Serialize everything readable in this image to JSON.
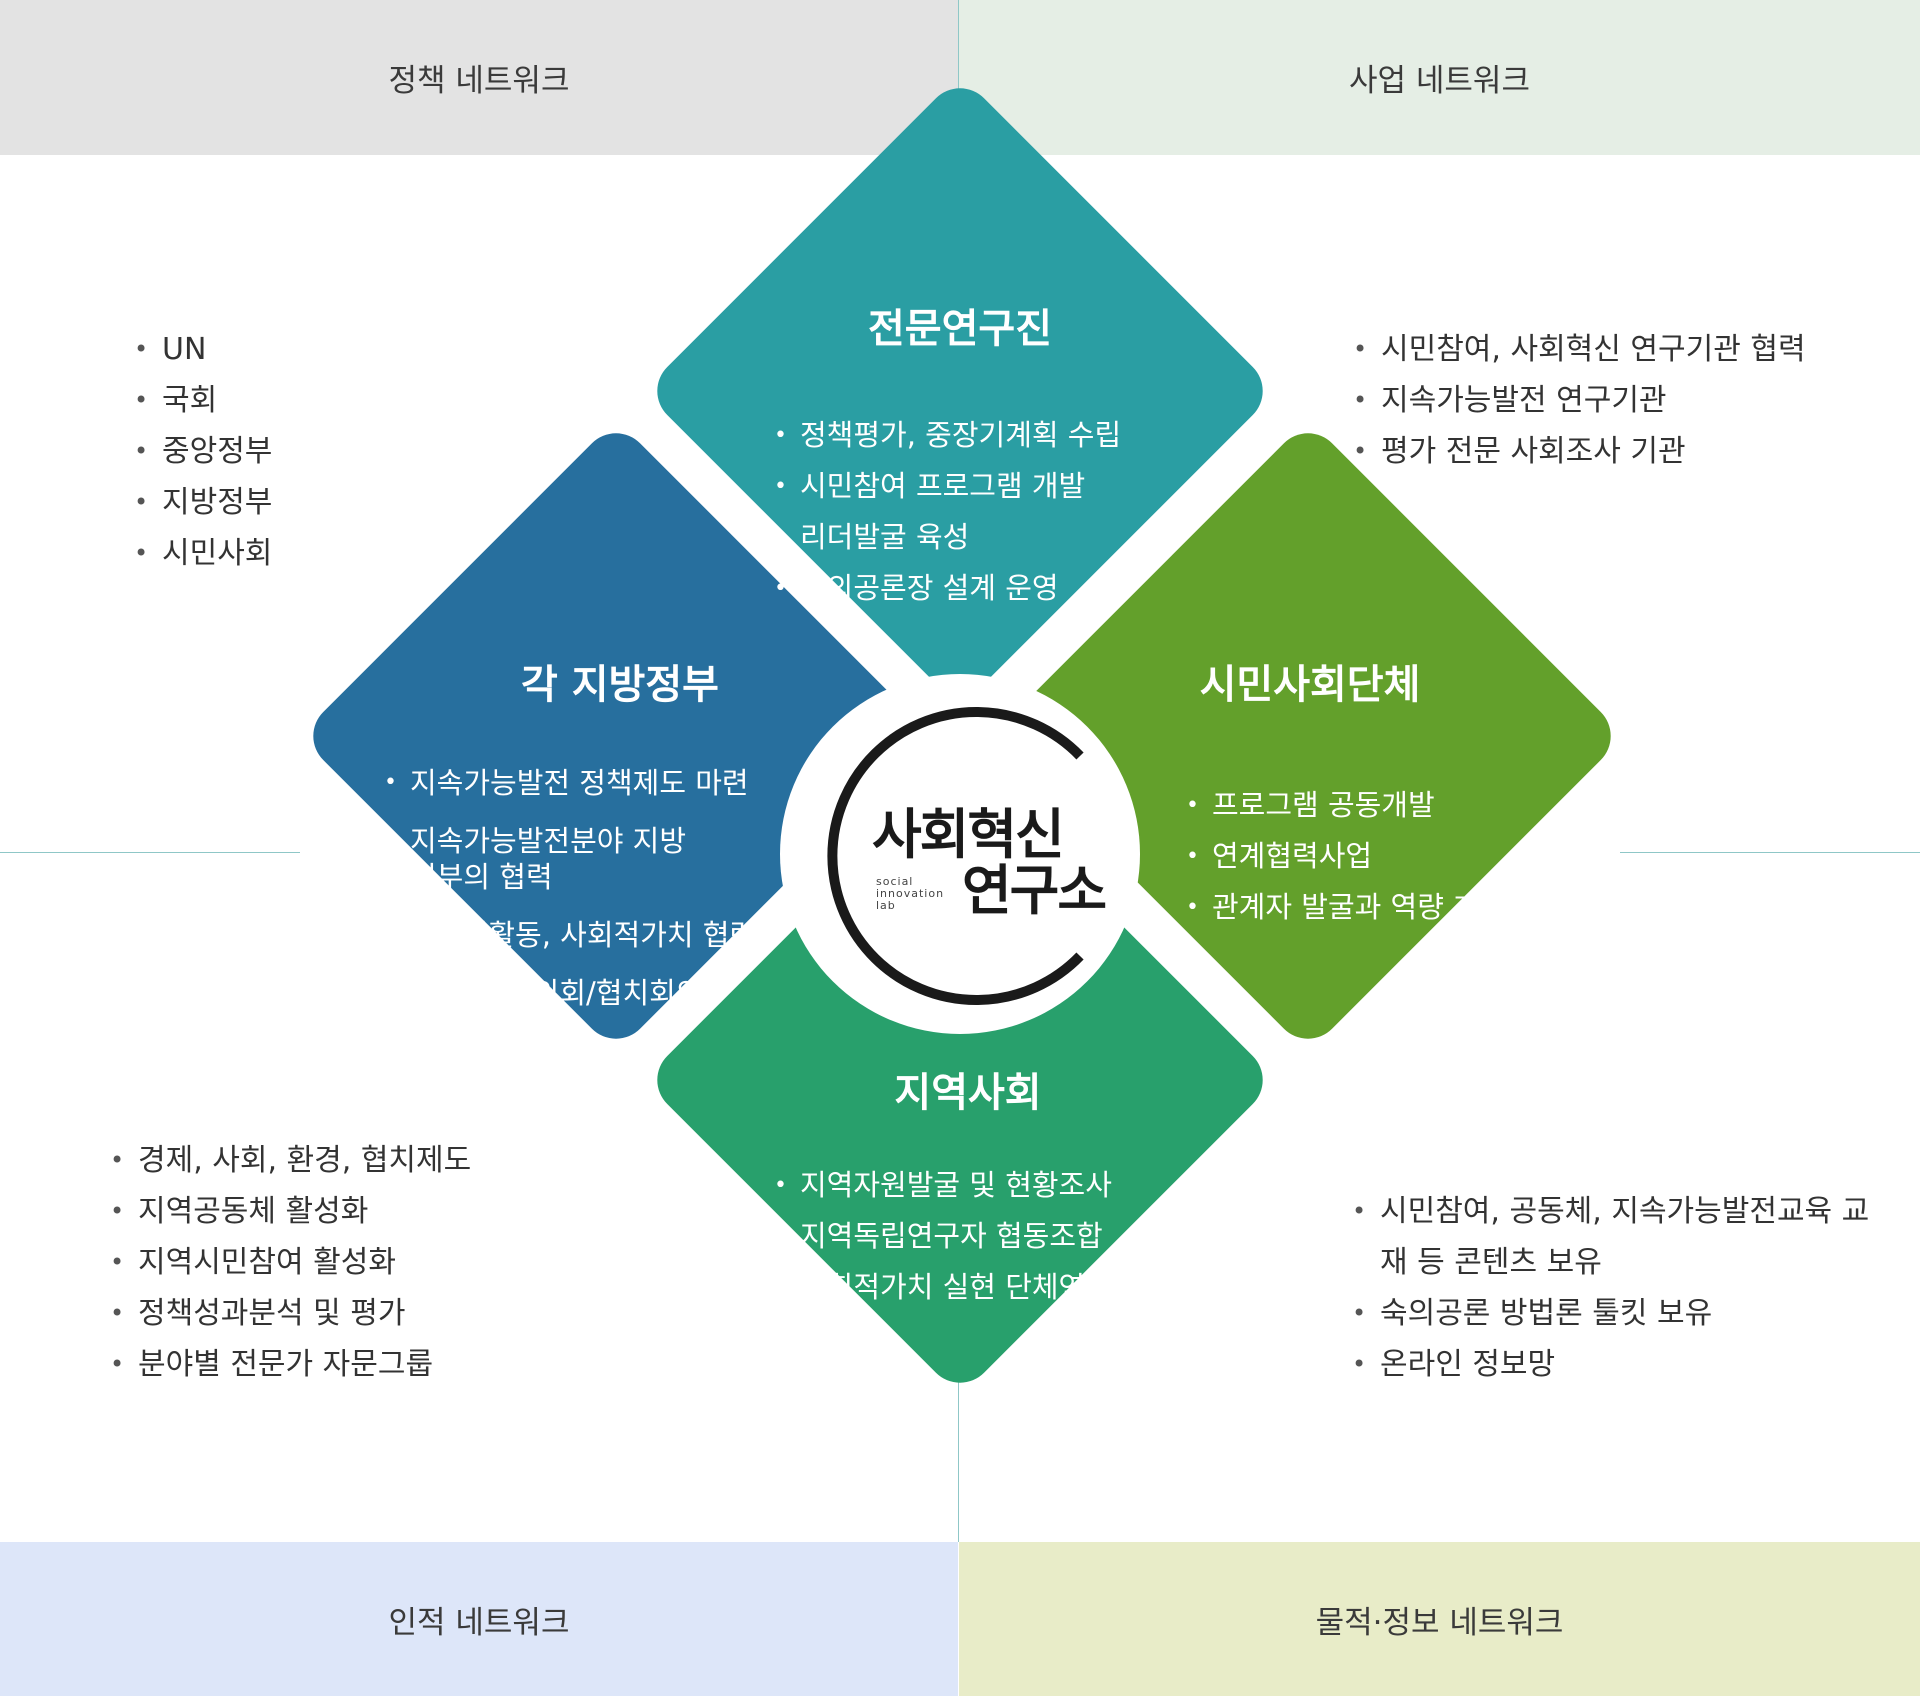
{
  "bands": {
    "top_left": "정책 네트워크",
    "top_right": "사업 네트워크",
    "bottom_left": "인적 네트워크",
    "bottom_right": "물적·정보 네트워크"
  },
  "corner_lists": {
    "top_left": [
      "UN",
      "국회",
      "중앙정부",
      "지방정부",
      "시민사회"
    ],
    "top_right": [
      "시민참여, 사회혁신 연구기관 협력",
      "지속가능발전 연구기관",
      "평가 전문 사회조사 기관"
    ],
    "bottom_left": [
      "경제, 사회, 환경, 협치제도",
      "지역공동체 활성화",
      "지역시민참여 활성화",
      "정책성과분석 및 평가",
      "분야별 전문가 자문그룹"
    ],
    "bottom_right": [
      "시민참여, 공동체, 지속가능발전교육 교재 등 콘텐츠 보유",
      "숙의공론 방법론 툴킷 보유",
      "온라인 정보망"
    ]
  },
  "diamonds": {
    "top": {
      "title": "전문연구진",
      "items": [
        "정책평가, 중장기계획 수립",
        "시민참여 프로그램 개발",
        "리더발굴 육성",
        "숙의공론장 설계 운영"
      ],
      "color": "#2a9ea3"
    },
    "left": {
      "title": "각 지방정부",
      "items": [
        "지속가능발전 정책제도 마련",
        "지속가능발전분야 지방",
        "정부의 협력",
        "공익활동, 사회적가치 협력",
        "협의회/협치회의"
      ],
      "color": "#276f9e"
    },
    "right": {
      "title": "시민사회단체",
      "items": [
        "프로그램 공동개발",
        "연계협력사업",
        "관계자 발굴과 역량 개발"
      ],
      "color": "#63a02b"
    },
    "bottom": {
      "title": "지역사회",
      "items": [
        "지역자원발굴 및 현황조사",
        "지역독립연구자 협동조합",
        "사회적가치 실현 단체연대"
      ],
      "color": "#28a06c"
    }
  },
  "center_logo": {
    "line1": "사회혁신",
    "line2": "연구소",
    "sub": [
      "social",
      "innovation",
      "lab"
    ]
  }
}
